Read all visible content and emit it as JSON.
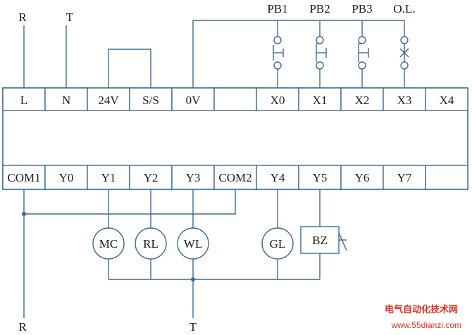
{
  "supply": {
    "left": "R",
    "right": "T",
    "bottom_left": "R",
    "bottom_right": "T"
  },
  "inputs": [
    {
      "label": "PB1",
      "contact": "no-pushbutton"
    },
    {
      "label": "PB2",
      "contact": "no-pushbutton"
    },
    {
      "label": "PB3",
      "contact": "no-pushbutton"
    },
    {
      "label": "O.L.",
      "contact": "nc-overload"
    }
  ],
  "top_terminals": [
    "L",
    "N",
    "24V",
    "S/S",
    "0V",
    "",
    "X0",
    "X1",
    "X2",
    "X3",
    "X4"
  ],
  "bottom_terminals": [
    "COM1",
    "Y0",
    "Y1",
    "Y2",
    "Y3",
    "COM2",
    "Y4",
    "Y5",
    "Y6",
    "Y7",
    ""
  ],
  "loads": [
    {
      "label": "MC",
      "shape": "circle",
      "terminal": "Y1"
    },
    {
      "label": "RL",
      "shape": "circle",
      "terminal": "Y2"
    },
    {
      "label": "WL",
      "shape": "circle",
      "terminal": "Y3"
    },
    {
      "label": "GL",
      "shape": "circle",
      "terminal": "Y4"
    },
    {
      "label": "BZ",
      "shape": "box",
      "terminal": "Y5"
    }
  ],
  "watermark": {
    "line1": "电气自动化技术网",
    "line2": "www.55dianzi.com"
  },
  "colors": {
    "wire": "#3b6b96",
    "text": "#1a1a1a",
    "watermark": "#e0301e"
  }
}
